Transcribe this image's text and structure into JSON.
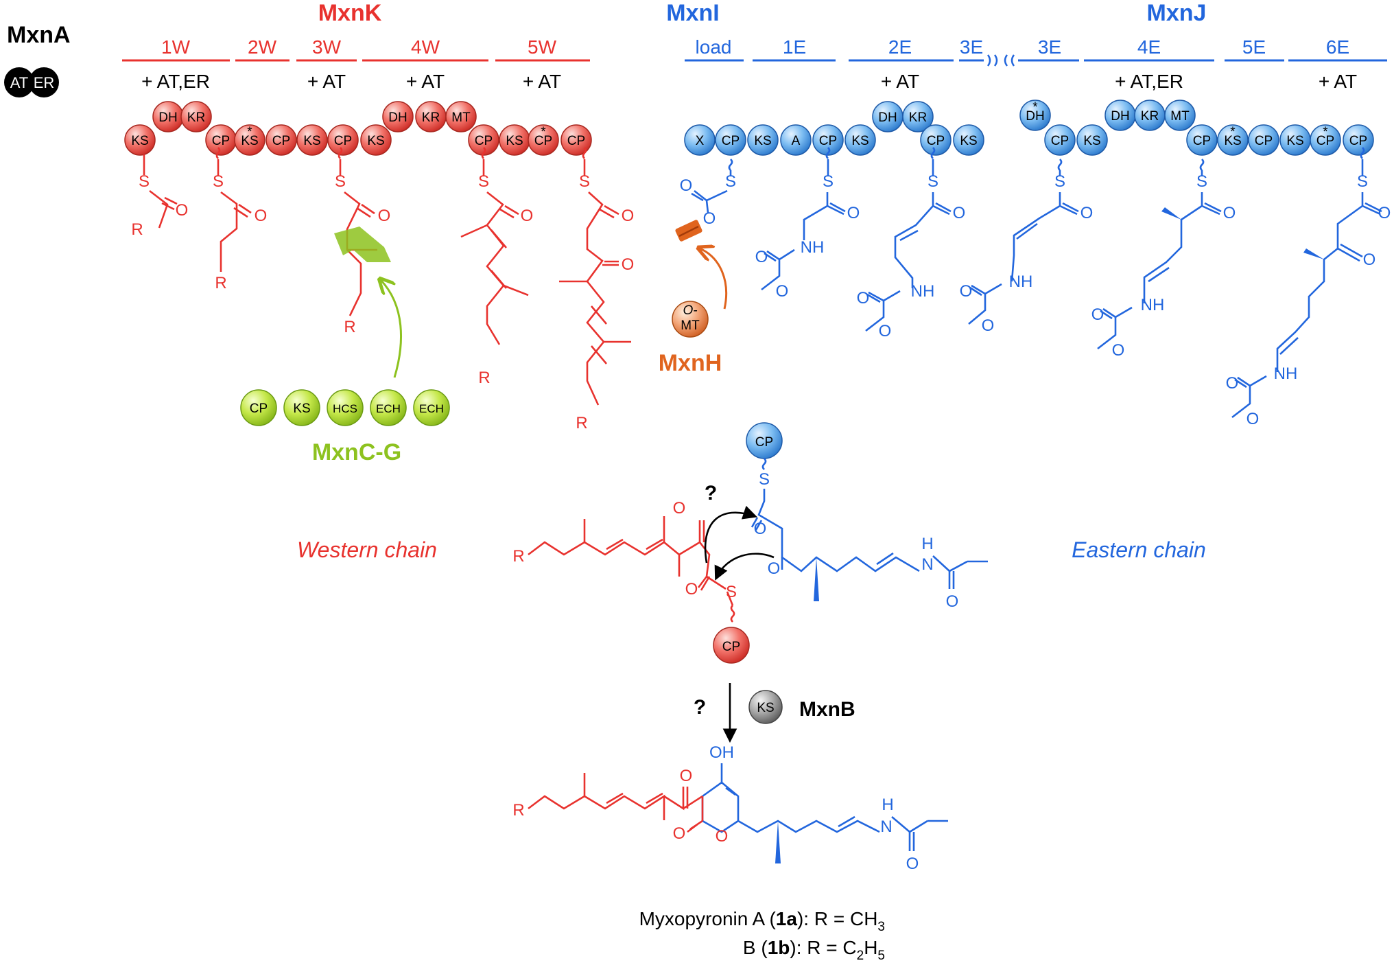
{
  "colors": {
    "western": "#e8322e",
    "eastern": "#2266dd",
    "mxnCG": "#8dc21f",
    "mxnH": "#e0641e",
    "mxnA": "#000000",
    "mxnB": "#666666"
  },
  "proteins": {
    "mxnA": "MxnA",
    "mxnK": "MxnK",
    "mxnI": "MxnI",
    "mxnJ": "MxnJ",
    "mxnH": "MxnH",
    "mxnCG": "MxnC-G",
    "mxnB": "MxnB"
  },
  "mxnA_domains": [
    "AT",
    "ER"
  ],
  "modules_K": [
    {
      "name": "1W",
      "adds": "+ AT,ER"
    },
    {
      "name": "2W",
      "adds": ""
    },
    {
      "name": "3W",
      "adds": "+ AT"
    },
    {
      "name": "4W",
      "adds": "+ AT"
    },
    {
      "name": "5W",
      "adds": "+ AT"
    }
  ],
  "modules_I": [
    {
      "name": "load",
      "adds": ""
    },
    {
      "name": "1E",
      "adds": ""
    },
    {
      "name": "2E",
      "adds": "+ AT"
    },
    {
      "name": "3E",
      "adds": ""
    }
  ],
  "modules_J": [
    {
      "name": "3E",
      "adds": ""
    },
    {
      "name": "4E",
      "adds": "+ AT,ER"
    },
    {
      "name": "5E",
      "adds": ""
    },
    {
      "name": "6E",
      "adds": "+ AT"
    }
  ],
  "domains_K": [
    "KS",
    "DH",
    "KR",
    "CP",
    "KS",
    "CP",
    "KS",
    "CP",
    "KS",
    "DH",
    "KR",
    "MT",
    "CP",
    "KS",
    "CP",
    "CP"
  ],
  "domains_I": [
    "X",
    "CP",
    "KS",
    "A",
    "CP",
    "KS",
    "DH",
    "KR",
    "CP",
    "KS"
  ],
  "domains_J": [
    "DH",
    "CP",
    "KS",
    "DH",
    "KR",
    "MT",
    "CP",
    "KS",
    "CP",
    "KS",
    "CP",
    "CP"
  ],
  "mxnCG_domains": [
    "CP",
    "KS",
    "HCS",
    "ECH",
    "ECH"
  ],
  "omt_label": {
    "top": "O-",
    "bottom": "MT"
  },
  "mxnB_domain": "KS",
  "star": "*",
  "atoms": {
    "S": "S",
    "O": "O",
    "R": "R",
    "NH": "NH",
    "H": "H",
    "N": "N",
    "OH": "OH"
  },
  "chains": {
    "western": "Western chain",
    "eastern": "Eastern chain"
  },
  "question": "?",
  "product": {
    "line1": {
      "name": "Myxopyronin A (",
      "bold": "1a",
      "rest": "):  R = CH",
      "sub": "3"
    },
    "line2": {
      "name": "B (",
      "bold": "1b",
      "rest": "):  R = C",
      "sub": "2",
      "rest2": "H",
      "sub2": "5"
    }
  }
}
